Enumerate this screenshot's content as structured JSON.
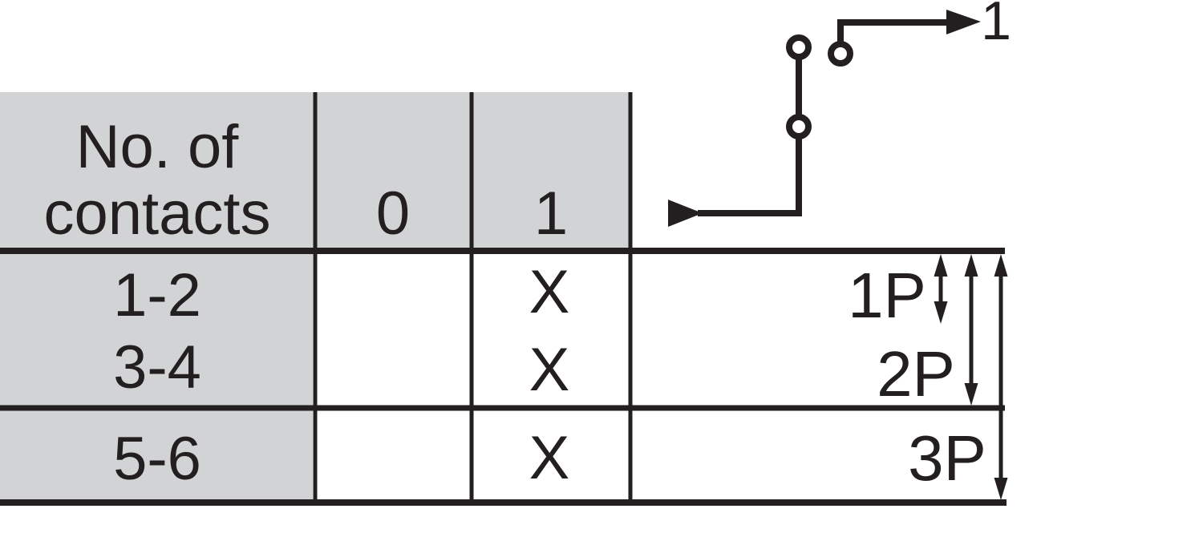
{
  "colors": {
    "ink": "#231f20",
    "cell_gray": "#d2d3d5",
    "background": "#ffffff"
  },
  "table": {
    "header_col1_line1": "No. of",
    "header_col1_line2": "contacts",
    "position_columns": [
      "0",
      "1"
    ],
    "rows": [
      {
        "contacts": "1-2",
        "pos_0": "",
        "pos_1": "X"
      },
      {
        "contacts": "3-4",
        "pos_0": "",
        "pos_1": "X"
      },
      {
        "contacts": "5-6",
        "pos_0": "",
        "pos_1": "X"
      }
    ]
  },
  "switch_symbol": {
    "terminal_label": "1"
  },
  "pole_dimensions": [
    {
      "label": "1P"
    },
    {
      "label": "2P"
    },
    {
      "label": "3P"
    }
  ]
}
